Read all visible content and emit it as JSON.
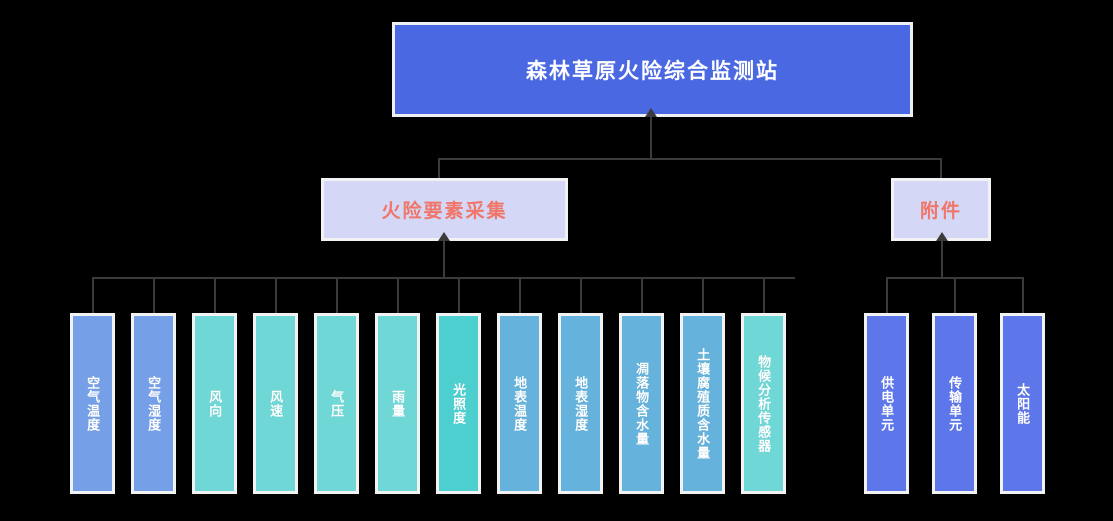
{
  "diagram": {
    "title": "森林草原火险综合监测站",
    "root": {
      "label": "森林草原火险综合监测站",
      "color": "#4A68E2",
      "text_color": "#FFFFFF"
    },
    "branches": [
      {
        "id": "collect",
        "label": "火险要素采集",
        "color": "#D4D7F5",
        "text_color": "#F0766A"
      },
      {
        "id": "accessory",
        "label": "附件",
        "color": "#D4D7F5",
        "text_color": "#F0766A"
      }
    ],
    "leaves_collect": [
      {
        "label": "空气温度",
        "color": "#75A0E8"
      },
      {
        "label": "空气湿度",
        "color": "#75A0E8"
      },
      {
        "label": "风向",
        "color": "#6FD8D6"
      },
      {
        "label": "风速",
        "color": "#6FD8D6"
      },
      {
        "label": "气压",
        "color": "#6FD8D6"
      },
      {
        "label": "雨量",
        "color": "#6FD8D6"
      },
      {
        "label": "光照度",
        "color": "#4DCFD0"
      },
      {
        "label": "地表温度",
        "color": "#65B3DC"
      },
      {
        "label": "地表湿度",
        "color": "#65B3DC"
      },
      {
        "label": "凋落物含水量",
        "color": "#65B3DC"
      },
      {
        "label": "土壤腐殖质含水量",
        "color": "#65B3DC"
      },
      {
        "label": "物候分析传感器",
        "color": "#6FD8D6"
      }
    ],
    "leaves_accessory": [
      {
        "label": "供电单元",
        "color": "#5D76EA"
      },
      {
        "label": "传输单元",
        "color": "#5D76EA"
      },
      {
        "label": "太阳能",
        "color": "#5D76EA"
      }
    ],
    "palette": {
      "background": "#000000",
      "connector": "#3B3B3B",
      "border": "#F2F2F2"
    }
  }
}
